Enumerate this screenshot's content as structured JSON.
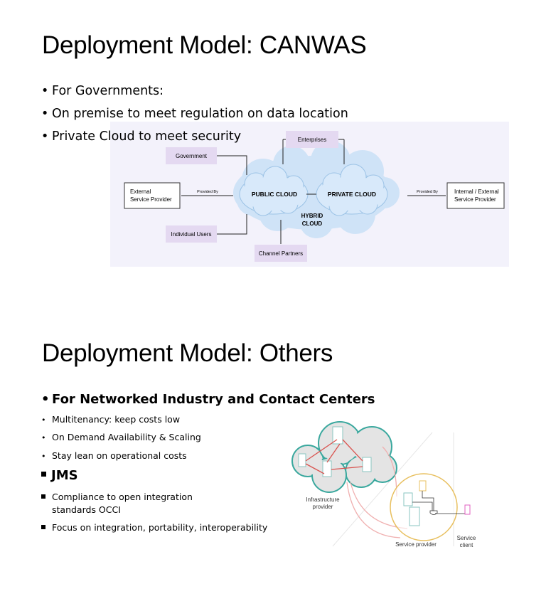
{
  "slide1": {
    "title": "Deployment Model: CANWAS",
    "bullets": [
      "For Governments:",
      "On premise to meet regulation on data location",
      "Private Cloud to meet security"
    ],
    "diagram": {
      "public_cloud": "PUBLIC CLOUD",
      "private_cloud": "PRIVATE CLOUD",
      "hybrid_cloud_line1": "HYBRID",
      "hybrid_cloud_line2": "CLOUD",
      "government": "Government",
      "enterprises": "Enterprises",
      "individual_users": "Individual Users",
      "channel_partners": "Channel Partners",
      "external_provider_line1": "External",
      "external_provider_line2": "Service Provider",
      "internal_provider_line1": "Internal / External",
      "internal_provider_line2": "Service Provider",
      "provided_by_left": "Provided By",
      "provided_by_right": "Provided By"
    }
  },
  "slide2": {
    "title": "Deployment Model: Others",
    "heading1": "For Networked Industry and Contact Centers",
    "sub1": [
      "Multitenancy: keep costs low",
      "On Demand Availability & Scaling",
      "Stay lean on operational costs"
    ],
    "heading2": "JMS",
    "sub2": [
      "Compliance to open integration",
      "standards OCCI",
      "Focus on integration, portability, interoperability"
    ],
    "diagram": {
      "infrastructure_line1": "Infrastructure",
      "infrastructure_line2": "provider",
      "service_provider": "Service provider",
      "service_client_line1": "Service",
      "service_client_line2": "client"
    }
  }
}
